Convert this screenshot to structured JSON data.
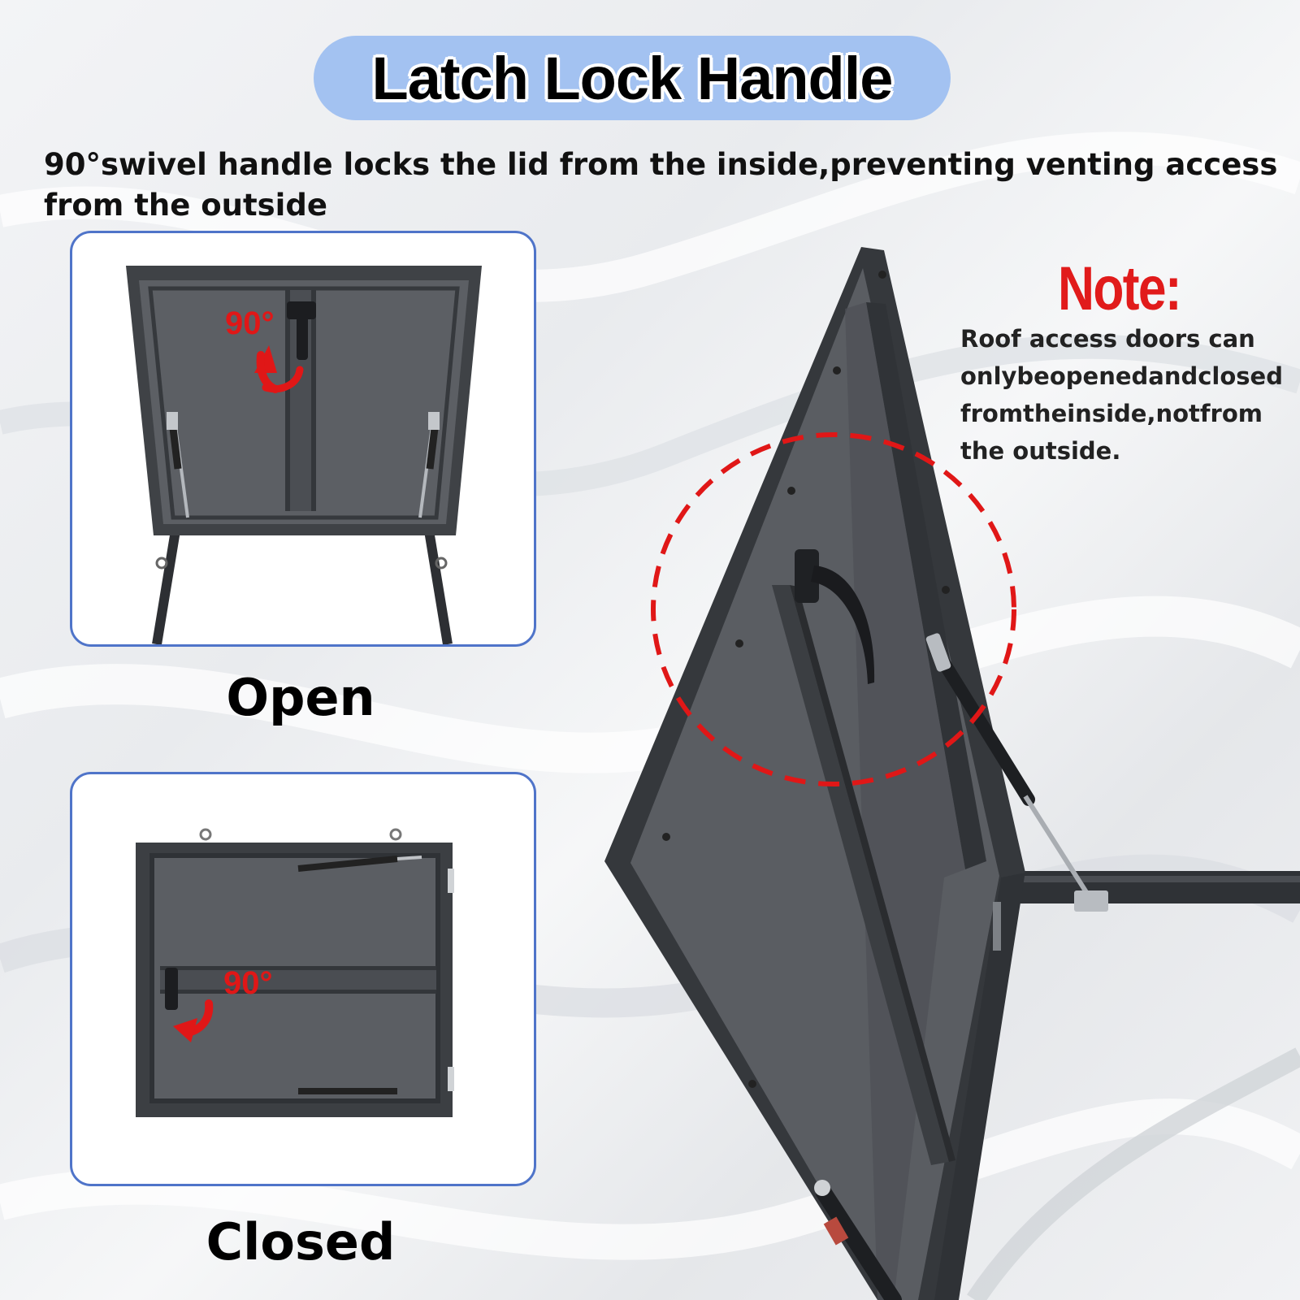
{
  "header": {
    "title": "Latch Lock Handle",
    "subtitle": "90°swivel handle locks the lid from the inside,preventing venting access from the outside"
  },
  "panels": {
    "open": {
      "caption": "Open",
      "angle_label": "90°"
    },
    "closed": {
      "caption": "Closed",
      "angle_label": "90°"
    }
  },
  "note": {
    "title": "Note:",
    "lines": [
      "Roof access doors can",
      "onlybeopenedandclosed",
      "fromtheinside,notfrom",
      "the outside."
    ]
  },
  "colors": {
    "title_pill": "#a3c2f1",
    "panel_border": "#4f74c9",
    "accent_red": "#e11b1b",
    "hatch_gray": "#55585d",
    "hatch_frame": "#3d4044"
  }
}
